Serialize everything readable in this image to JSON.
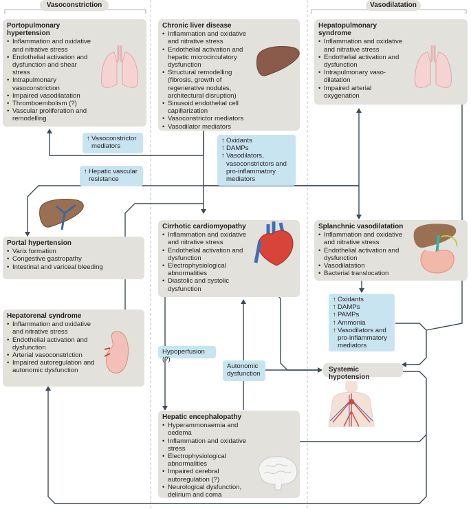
{
  "headers": {
    "left": "Vasoconstriction",
    "right": "Vasodilatation"
  },
  "boxes": {
    "portopulmonary": {
      "title": "Portopulmonary hypertension",
      "items": [
        "Inflammation and oxidative and nitrative stress",
        "Endothelial activation and dysfunction and shear stress",
        "Intrapulmonary vasoconstriction",
        "Impaired vasodilatation",
        "Thromboembolism (?)",
        "Vascular proliferation and remodelling"
      ]
    },
    "chronic_liver": {
      "title": "Chronic liver disease",
      "items": [
        "Inflammation and oxidative and nitrative stress",
        "Endothelial activation and hepatic microcirculatory dysfunction",
        "Structural remodelling (fibrosis, growth of regenerative nodules, architectural disruption)",
        "Sinusoid endothelial cell capillarization",
        "Vasoconstrictor mediators",
        "Vasodilator mediators"
      ]
    },
    "hepatopulmonary": {
      "title": "Hepatopulmonary syndrome",
      "items": [
        "Inflammation and oxidative and nitrative stress",
        "Endothelial activation and dysfunction",
        "Intrapulmonary vaso-dilatation",
        "Impaired arterial oxygenation"
      ]
    },
    "portal": {
      "title": "Portal hypertension",
      "items": [
        "Varix formation",
        "Congestive gastropathy",
        "Intestinal and variceal bleeding"
      ]
    },
    "cardiomyopathy": {
      "title": "Cirrhotic cardiomyopathy",
      "items": [
        "Inflammation and oxidative and nitrative stress",
        "Endothelial activation and dysfunction",
        "Electrophysiological abnormalities",
        "Diastolic and systolic dysfunction"
      ]
    },
    "splanchnic": {
      "title": "Splanchnic vasodilatation",
      "items": [
        "Inflammation and oxidative and nitrative stress",
        "Endothelial activation and dysfunction",
        "Vasodilatation",
        "Bacterial translocation"
      ]
    },
    "hepatorenal": {
      "title": "Hepatorenal syndrome",
      "items": [
        "Inflammation and oxidative and nitrative stress",
        "Endothelial activation and dysfunction",
        "Arterial vasoconstriction",
        "Impaired autoregulation and autonomic dysfunction"
      ]
    },
    "encephalopathy": {
      "title": "Hepatic encephalopathy",
      "items": [
        "Hyperammonaemia and oedema",
        "Inflammation and oxidative stress",
        "Electrophysiological abnormalities",
        "Impaired cerebral autoregulation (?)",
        "Neurological dysfunction, delirium and coma"
      ]
    }
  },
  "mediators": {
    "vasoconstrictor": [
      "Vasoconstrictor mediators"
    ],
    "hepatic_resistance": [
      "Hepatic vascular resistance"
    ],
    "center": [
      "Oxidants",
      "DAMPs",
      "Vasodilators, vasoconstrictors and pro-inflammatory mediators"
    ],
    "splanchnic": [
      "Oxidants",
      "DAMPs",
      "PAMPs",
      "Ammonia",
      "Vasodilators and pro-inflammatory mediators"
    ]
  },
  "labels": {
    "hypoperfusion": "Hypoperfusion (?)",
    "autonomic": "Autonomic dysfunction",
    "systemic_hypotension": "Systemic hypotension"
  },
  "colors": {
    "box": "#e2e1dc",
    "mediator": "#c8e4f0",
    "arrow": "#3d4a55",
    "divider": "#b5b5b5"
  },
  "icons": [
    "lungs-icon",
    "liver-icon",
    "heart-icon",
    "kidney-icon",
    "brain-icon",
    "circulation-body-icon",
    "gut-liver-icon"
  ]
}
